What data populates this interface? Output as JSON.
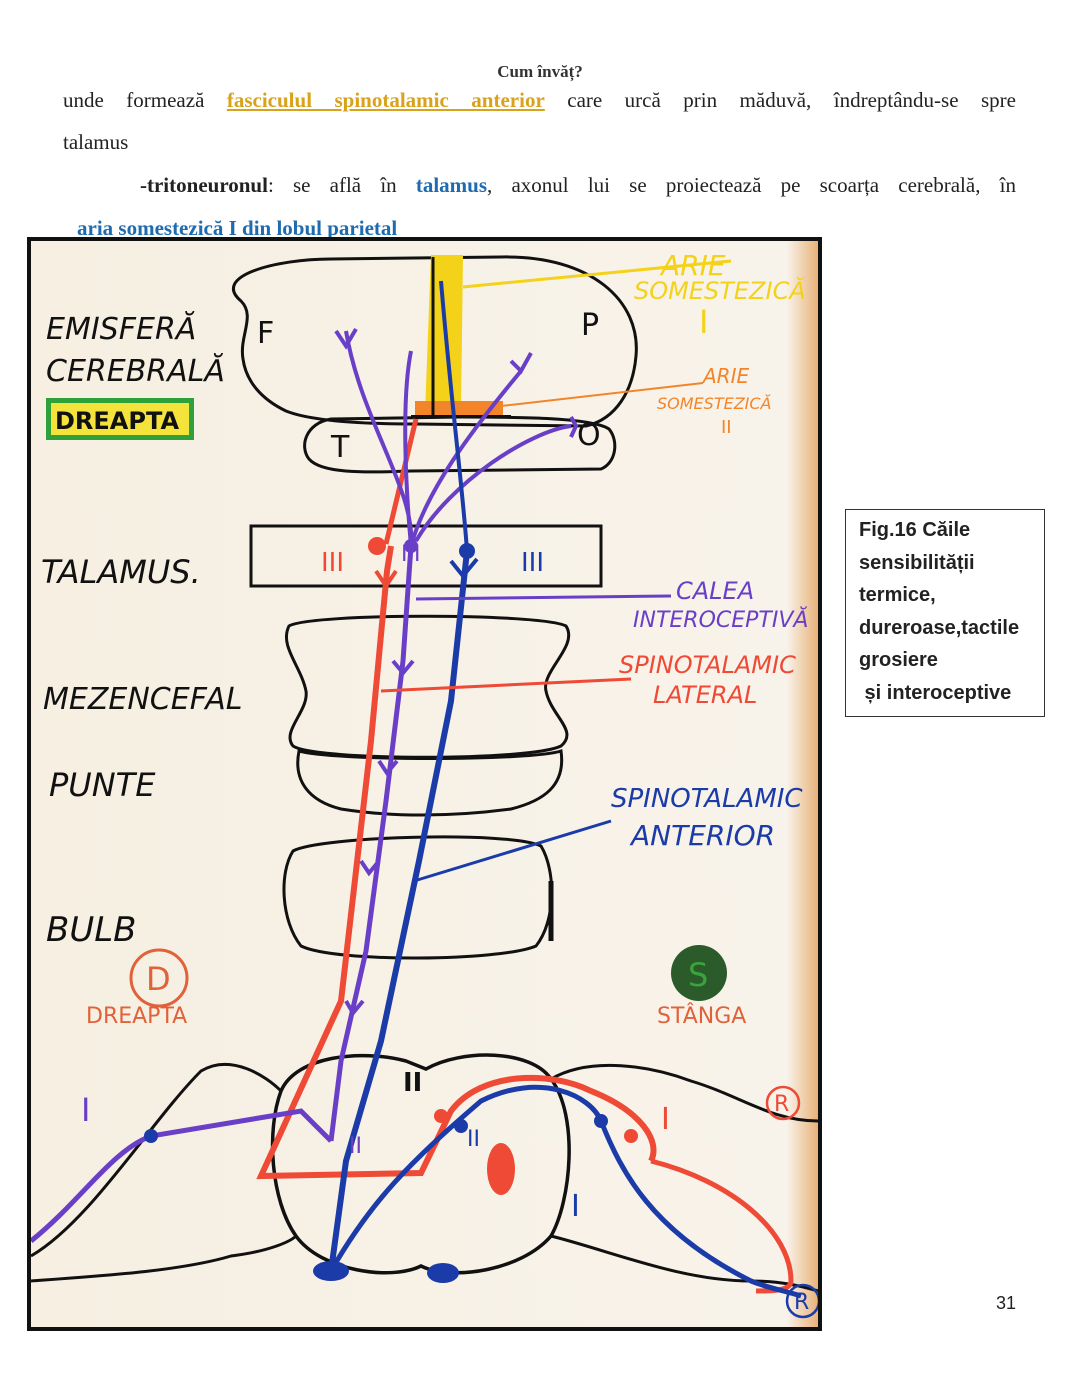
{
  "header": {
    "title": "Cum învăț?"
  },
  "paragraphs": {
    "p1": {
      "before": "unde formează ",
      "highlight": "fasciculul spinotalamic anterior",
      "after": " care urcă prin măduvă, îndreptându-se spre"
    },
    "p2": {
      "text": "talamus"
    },
    "p3": {
      "bold": "-tritoneuronul",
      "mid": ":  se află în ",
      "kw": "talamus",
      "after": ", axonul lui se proiectează pe scoarța cerebrală, în"
    },
    "p4": {
      "text": "aria somestezică I din lobul parietal"
    }
  },
  "figure": {
    "labels": {
      "emisfera": "EMISFERĂ",
      "cerebrala": "CEREBRALĂ",
      "dreapta_box": "DREAPTA",
      "talamus": "TALAMUS.",
      "mezencefal": "MEZENCEFAL",
      "punte": "PUNTE",
      "bulb": "BULB",
      "d_circle": "D",
      "dreapta": "DREAPTA",
      "s_circle": "S",
      "stanga": "STÂNGA",
      "arie1_a": "ARIE",
      "arie1_b": "SOMESTEZICĂ",
      "arie1_c": "I",
      "arie2_a": "ARIE",
      "arie2_b": "SOMESTEZICĂ",
      "arie2_c": "II",
      "calea_a": "CALEA",
      "calea_b": "INTEROCEPTIVĂ",
      "sl_a": "SPINOTALAMIC",
      "sl_b": "LATERAL",
      "sa_a": "SPINOTALAMIC",
      "sa_b": "ANTERIOR",
      "lobe_f": "F",
      "lobe_p": "P",
      "lobe_t": "T",
      "lobe_o": "O",
      "thal_iii_1": "III",
      "thal_iii_2": "III",
      "thal_iii_3": "III",
      "neuron_i_left": "I",
      "neuron_i_right": "I",
      "neuron_i_bottom": "I",
      "neuron_ii_top": "II",
      "neuron_ii_mid": "II",
      "neuron_ii_right": "II",
      "r_top": "R",
      "r_bottom": "R"
    },
    "colors": {
      "red": "#ee4a36",
      "blue": "#1a3ba8",
      "purple": "#6a3fc8",
      "yellow": "#f4d21a",
      "orange": "#f2852a",
      "green": "#3aa43a"
    }
  },
  "caption": {
    "line1": "Fig.16 Căile",
    "line2": "sensibilității",
    "line3": "termice,",
    "line4": "dureroase,tactile",
    "line5": "grosiere",
    "line6": " și interoceptive"
  },
  "page": {
    "number": "31"
  }
}
